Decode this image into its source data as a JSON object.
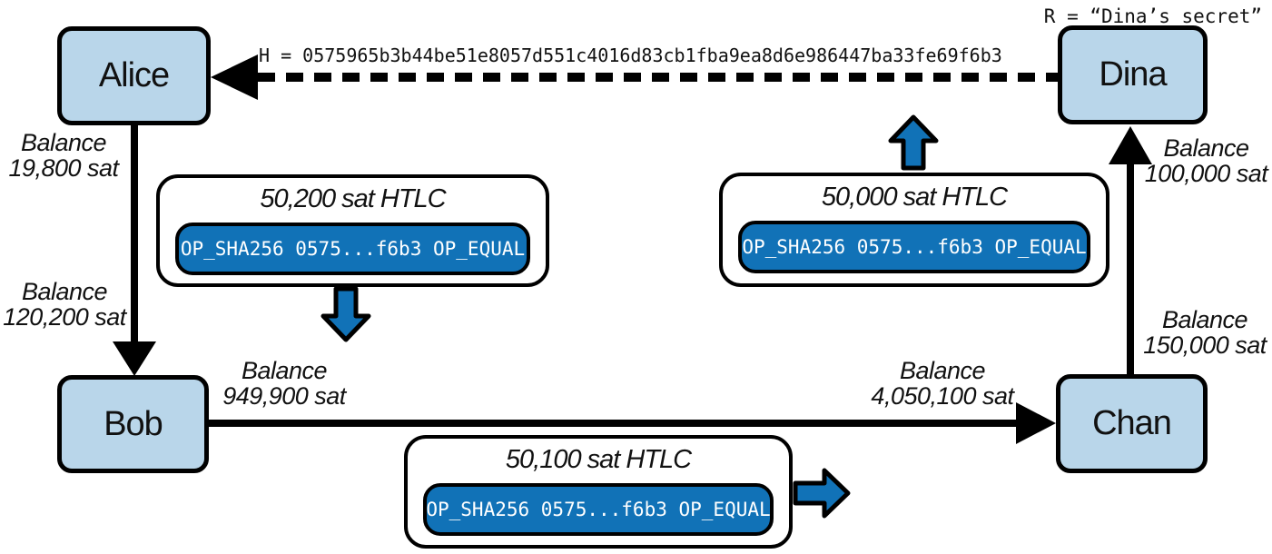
{
  "nodes": {
    "alice": "Alice",
    "bob": "Bob",
    "chan": "Chan",
    "dina": "Dina"
  },
  "preimage": {
    "label": "R = “Dina’s secret”"
  },
  "hash": {
    "label": "H = 0575965b3b44be51e8057d551c4016d83cb1fba9ea8d6e986447ba33fe69f6b3"
  },
  "balances": {
    "alice_bob_top": {
      "line1": "Balance",
      "line2": "19,800 sat"
    },
    "alice_bob_bottom": {
      "line1": "Balance",
      "line2": "120,200 sat"
    },
    "bob_chan_left": {
      "line1": "Balance",
      "line2": "949,900 sat"
    },
    "bob_chan_right": {
      "line1": "Balance",
      "line2": "4,050,100 sat"
    },
    "chan_dina_top": {
      "line1": "Balance",
      "line2": "100,000 sat"
    },
    "chan_dina_bottom": {
      "line1": "Balance",
      "line2": "150,000 sat"
    }
  },
  "htlcs": {
    "alice_bob": {
      "title": "50,200 sat HTLC",
      "script": "OP_SHA256 0575...f6b3 OP_EQUAL"
    },
    "chan_dina": {
      "title": "50,000 sat HTLC",
      "script": "OP_SHA256 0575...f6b3 OP_EQUAL"
    },
    "bob_chan": {
      "title": "50,100 sat HTLC",
      "script": "OP_SHA256 0575...f6b3 OP_EQUAL"
    }
  },
  "colors": {
    "node_fill": "#b9d6ea",
    "accent_blue": "#1172b7",
    "outline": "#000000"
  }
}
